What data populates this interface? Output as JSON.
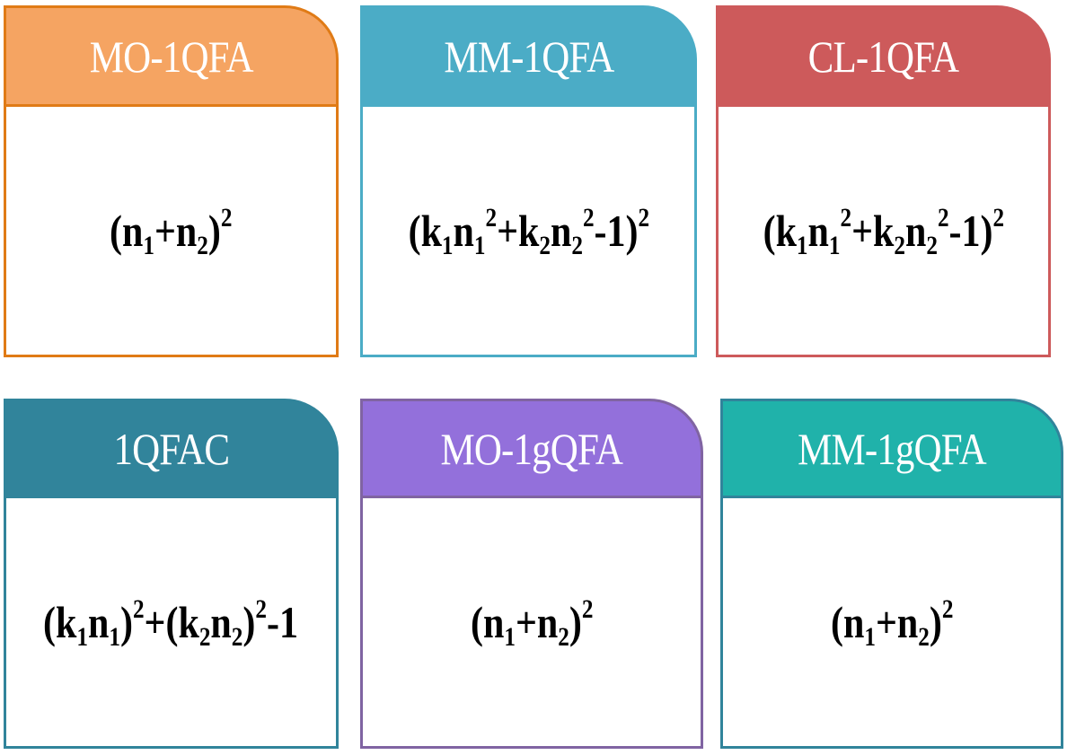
{
  "cards": [
    {
      "title": "MO-1QFA",
      "header_color": "#F5A462",
      "border_color": "#E07B16",
      "formula_html": "(n<sub>1</sub>+n<sub>2</sub>)<sup>2</sup>"
    },
    {
      "title": "MM-1QFA",
      "header_color": "#4BACC6",
      "border_color": "#4BACC6",
      "formula_html": "(k<sub>1</sub>n<sub>1</sub><sup>2</sup>+k<sub>2</sub>n<sub>2</sub><sup>2</sup>-1)<sup>2</sup>"
    },
    {
      "title": "CL-1QFA",
      "header_color": "#CD5A5B",
      "border_color": "#CD5A5B",
      "formula_html": "(k<sub>1</sub>n<sub>1</sub><sup>2</sup>+k<sub>2</sub>n<sub>2</sub><sup>2</sup>-1)<sup>2</sup>"
    },
    {
      "title": "1QFAC",
      "header_color": "#31849B",
      "border_color": "#31849B",
      "formula_html": "(k<sub>1</sub>n<sub>1</sub>)<sup>2</sup>+(k<sub>2</sub>n<sub>2</sub>)<sup>2</sup>-1"
    },
    {
      "title": "MO-1gQFA",
      "header_color": "#9370DB",
      "border_color": "#8064A2",
      "formula_html": "(n<sub>1</sub>+n<sub>2</sub>)<sup>2</sup>"
    },
    {
      "title": "MM-1gQFA",
      "header_color": "#20B2AA",
      "border_color": "#31849B",
      "formula_html": "(n<sub>1</sub>+n<sub>2</sub>)<sup>2</sup>"
    }
  ]
}
